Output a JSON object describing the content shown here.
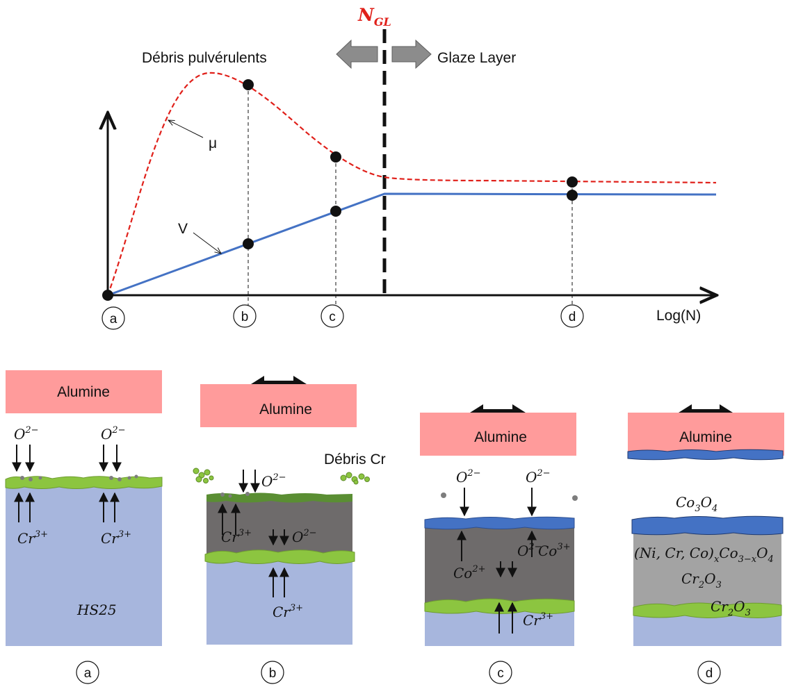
{
  "header": {
    "ngl_main": "N",
    "ngl_sub": "GL",
    "left_regime": "Débris pulvérulents",
    "right_regime": "Glaze Layer"
  },
  "curves": {
    "mu_label": "μ",
    "v_label": "V",
    "x_axis_label": "Log(N)"
  },
  "axis_markers": [
    "a",
    "b",
    "c",
    "d"
  ],
  "panels": {
    "a": {
      "counterface": "Alumine",
      "oxygen_left": "O",
      "oxygen_left_sup": "2−",
      "oxygen_right": "O",
      "oxygen_right_sup": "2−",
      "chromium_left": "Cr",
      "chromium_left_sup": "3+",
      "chromium_right": "Cr",
      "chromium_right_sup": "3+",
      "substrate": "HS25",
      "marker": "a"
    },
    "b": {
      "counterface": "Alumine",
      "debris": "Débris Cr",
      "oxygen_top": "O",
      "oxygen_top_sup": "2−",
      "chromium_mid": "Cr",
      "chromium_mid_sup": "3+",
      "oxygen_mid": "O",
      "oxygen_mid_sup": "2−",
      "chromium_bottom": "Cr",
      "chromium_bottom_sup": "3+",
      "marker": "b"
    },
    "c": {
      "counterface": "Alumine",
      "oxygen_left": "O",
      "oxygen_left_sup": "2−",
      "oxygen_right": "O",
      "oxygen_right_sup": "2−",
      "oxygen_mid": "O",
      "oxygen_mid_sup": "2−",
      "cobalt_right": "Co",
      "cobalt_right_sup": "3+",
      "cobalt_left": "Co",
      "cobalt_left_sup": "2+",
      "chromium_bottom": "Cr",
      "chromium_bottom_sup": "3+",
      "marker": "c"
    },
    "d": {
      "counterface": "Alumine",
      "top_oxide": "Co",
      "top_oxide_sub1": "3",
      "top_oxide_mid": "O",
      "top_oxide_sub2": "4",
      "spinel": "(Ni, Cr, Co)",
      "spinel_sub1": "x",
      "spinel_mid": "Co",
      "spinel_sub2": "3−x",
      "spinel_end": "O",
      "spinel_sub3": "4",
      "chromia_mid": "Cr",
      "chromia_mid_sub1": "2",
      "chromia_mid_o": "O",
      "chromia_mid_sub2": "3",
      "chromia_low": "Cr",
      "chromia_low_sub1": "2",
      "chromia_low_o": "O",
      "chromia_low_sub2": "3",
      "marker": "d"
    }
  },
  "colors": {
    "mu_curve": "#e0201a",
    "v_curve": "#4472c4",
    "ngl": "#e0201a",
    "alumina": "#ff9b9b",
    "substrate": "#a7b6dd",
    "chromia_film": "#8cc540",
    "oxide_dark": "#6e6b6b",
    "oxide_light": "#a3a3a3",
    "cobalt_oxide": "#4472c4",
    "regime_arrow": "#8c8c8c"
  }
}
